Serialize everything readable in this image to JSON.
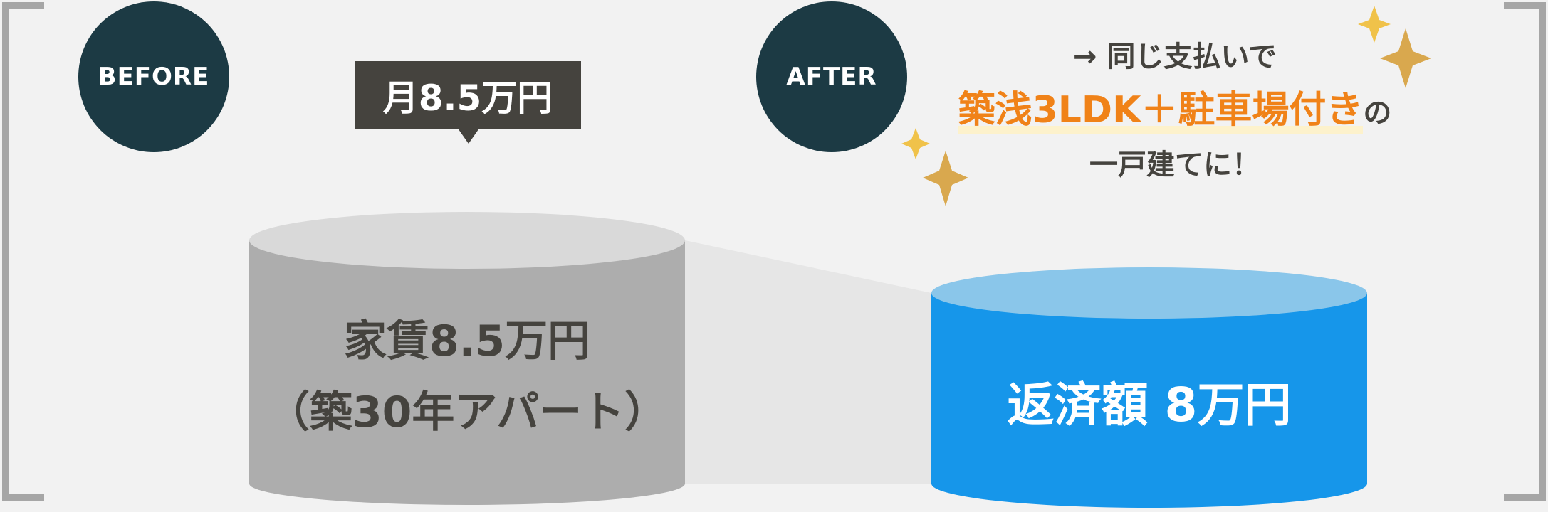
{
  "before": {
    "badge": "BEFORE",
    "price_tag": "月8.5万円",
    "cylinder_line1": "家賃8.5万円",
    "cylinder_line2": "（築30年アパート）"
  },
  "after": {
    "badge": "AFTER",
    "headline_line1": "→ 同じ支払いで",
    "headline_highlight": "築浅3LDK＋駐車場付き",
    "headline_particle": "の",
    "headline_line3": "一戸建てに！",
    "cylinder_value": "返済額 8万円"
  },
  "colors": {
    "background": "#f2f2f2",
    "badge": "#1c3a44",
    "before_cylinder": "#adadad",
    "before_cylinder_top": "#d9d9d9",
    "after_cylinder": "#1696ea",
    "after_cylinder_top": "#8ac6ea",
    "highlight_text": "#f08218",
    "sparkle": "#d9a84e",
    "bracket": "#a6a6a6"
  }
}
